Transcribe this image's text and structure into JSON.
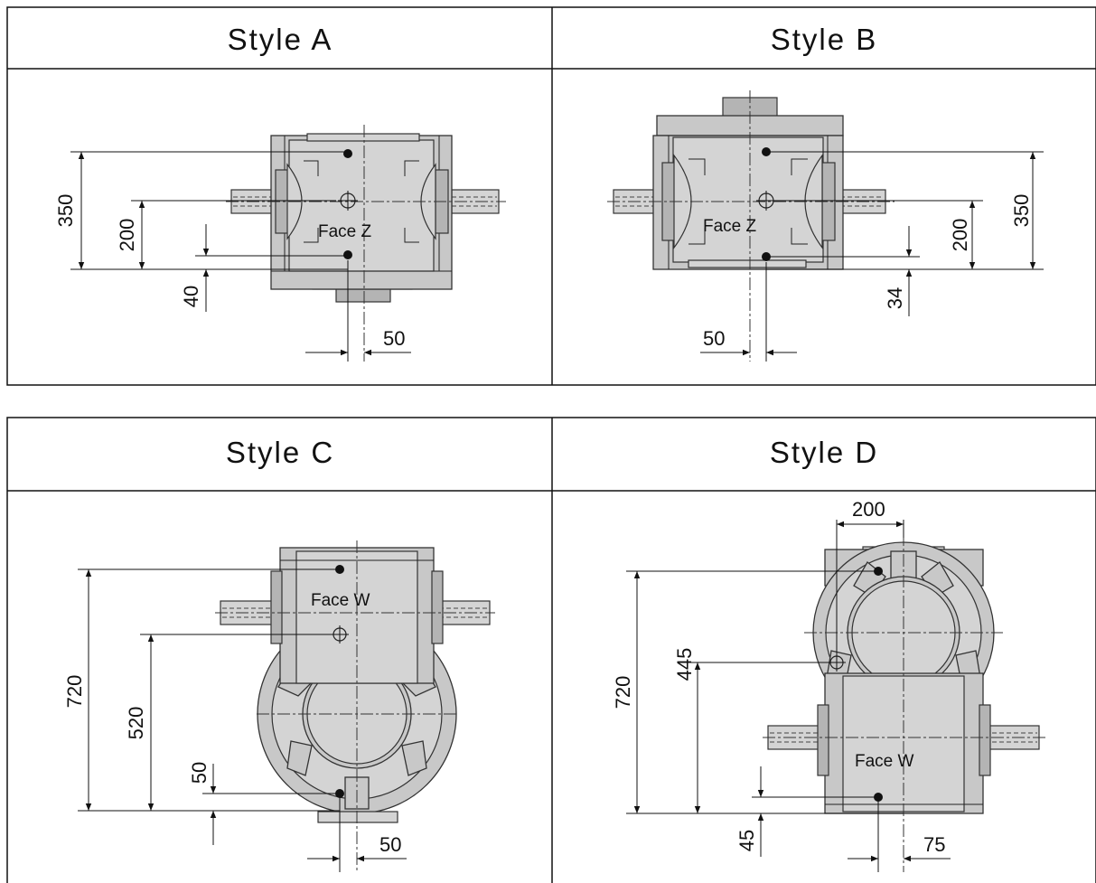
{
  "styles": [
    {
      "title": "Style A",
      "face_label": "Face Z",
      "dims": {
        "d350": "350",
        "d200": "200",
        "d40": "40",
        "d50": "50"
      }
    },
    {
      "title": "Style B",
      "face_label": "Face Z",
      "dims": {
        "d350": "350",
        "d200": "200",
        "d34": "34",
        "d50": "50"
      }
    },
    {
      "title": "Style C",
      "face_label": "Face W",
      "dims": {
        "d720": "720",
        "d520": "520",
        "d50v": "50",
        "d50h": "50"
      }
    },
    {
      "title": "Style D",
      "face_label": "Face W",
      "dims": {
        "d200": "200",
        "d720": "720",
        "d445": "445",
        "d45": "45",
        "d75": "75"
      }
    }
  ]
}
